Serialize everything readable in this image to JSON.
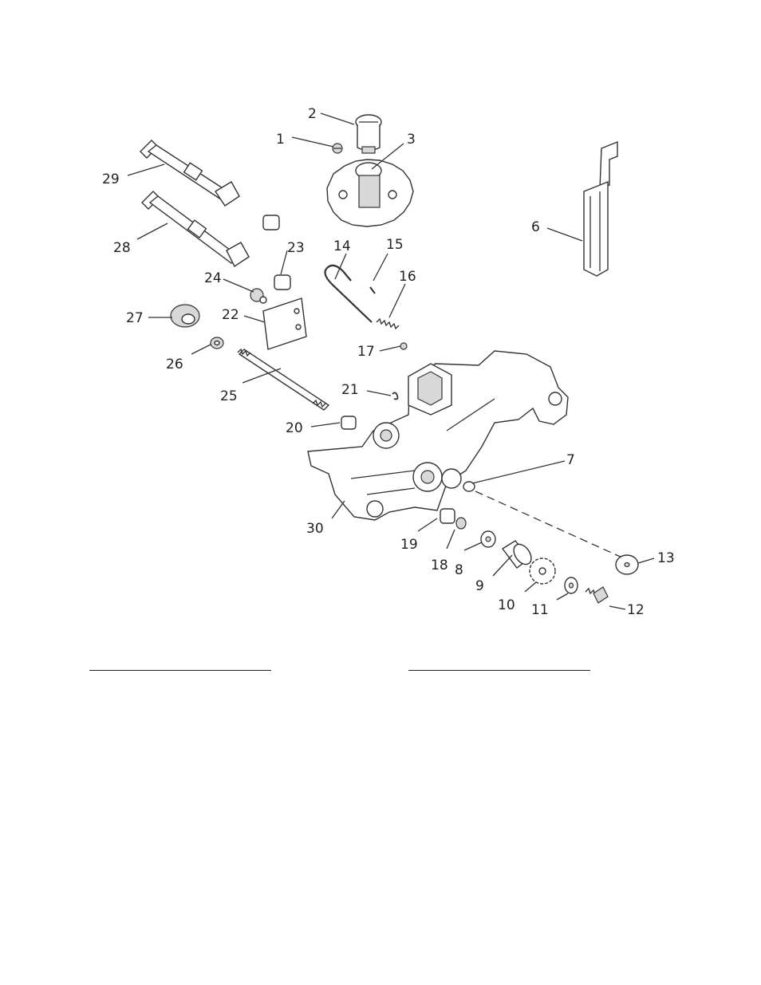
{
  "callouts": [
    {
      "n": "1"
    },
    {
      "n": "2"
    },
    {
      "n": "3"
    },
    {
      "n": "6"
    },
    {
      "n": "7"
    },
    {
      "n": "8"
    },
    {
      "n": "9"
    },
    {
      "n": "10"
    },
    {
      "n": "11"
    },
    {
      "n": "12"
    },
    {
      "n": "13"
    },
    {
      "n": "14"
    },
    {
      "n": "15"
    },
    {
      "n": "16"
    },
    {
      "n": "17"
    },
    {
      "n": "18"
    },
    {
      "n": "19"
    },
    {
      "n": "20"
    },
    {
      "n": "21"
    },
    {
      "n": "22"
    },
    {
      "n": "23"
    },
    {
      "n": "24"
    },
    {
      "n": "25"
    },
    {
      "n": "26"
    },
    {
      "n": "27"
    },
    {
      "n": "28"
    },
    {
      "n": "29"
    },
    {
      "n": "30"
    }
  ]
}
